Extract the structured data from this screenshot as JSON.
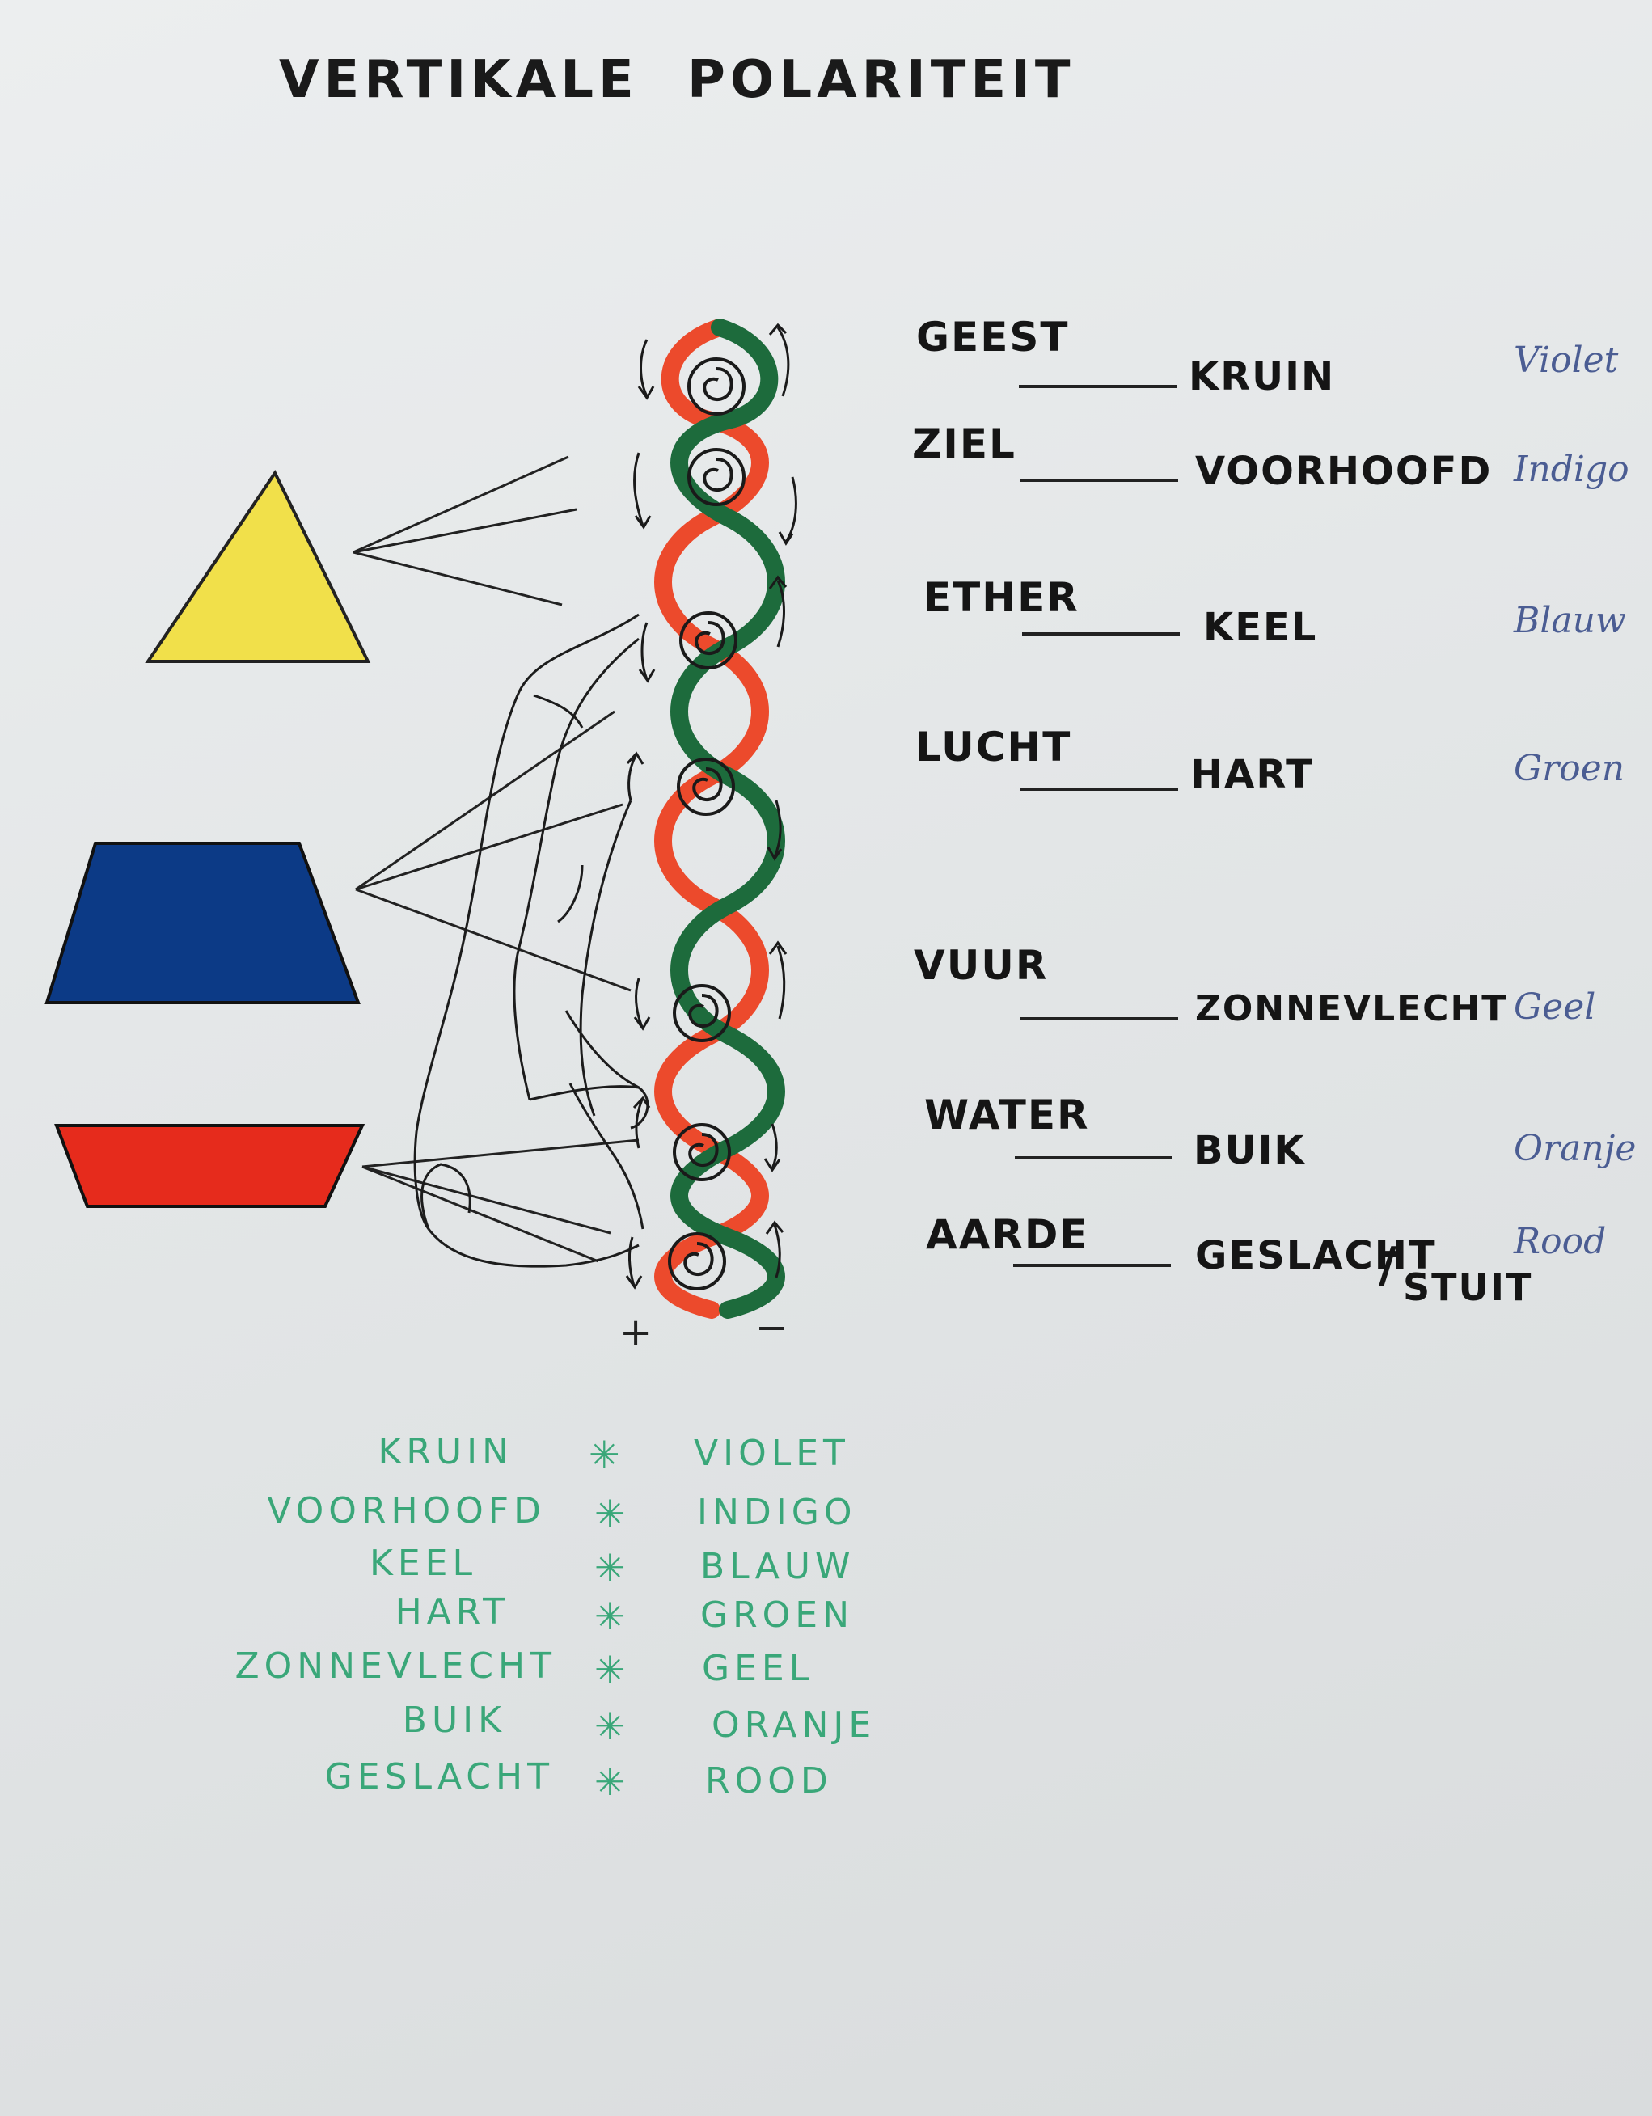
{
  "title": {
    "left": "VERTIKALE",
    "right": "POLARITEIT"
  },
  "levels": [
    {
      "element": "GEEST",
      "chakra": "KRUIN",
      "note": "Violet"
    },
    {
      "element": "ZIEL",
      "chakra": "VOORHOOFD",
      "note": "Indigo"
    },
    {
      "element": "ETHER",
      "chakra": "KEEL",
      "note": "Blauw"
    },
    {
      "element": "LUCHT",
      "chakra": "HART",
      "note": "Groen"
    },
    {
      "element": "VUUR",
      "chakra": "ZONNEVLECHT",
      "note": "Geel"
    },
    {
      "element": "WATER",
      "chakra": "BUIK",
      "note": "Oranje"
    },
    {
      "element": "AARDE",
      "chakra": "GESLACHT",
      "note": "Rood"
    }
  ],
  "stuit": "STUIT",
  "slash": "/",
  "poles": {
    "plus": "+",
    "minus": "−"
  },
  "legend": [
    {
      "chakra": "KRUIN",
      "star": "✳",
      "color": "VIOLET"
    },
    {
      "chakra": "VOORHOOFD",
      "star": "✳",
      "color": "INDIGO"
    },
    {
      "chakra": "KEEL",
      "star": "✳",
      "color": "BLAUW"
    },
    {
      "chakra": "HART",
      "star": "✳",
      "color": "GROEN"
    },
    {
      "chakra": "ZONNEVLECHT",
      "star": "✳",
      "color": "GEEL"
    },
    {
      "chakra": "BUIK",
      "star": "✳",
      "color": "ORANJE"
    },
    {
      "chakra": "GESLACHT",
      "star": "✳",
      "color": "ROOD"
    }
  ],
  "colors": {
    "triangle": "#f1e04a",
    "trapezoid_blue": "#0c3a86",
    "trapezoid_red": "#e62b1c",
    "strand_red": "#ec4a2c",
    "strand_green": "#1d6b3c",
    "legend_green": "#3aa779",
    "note_blue": "#4b5d93"
  },
  "icons": [
    "spiral-icon",
    "arrow-up-icon",
    "arrow-down-icon"
  ]
}
